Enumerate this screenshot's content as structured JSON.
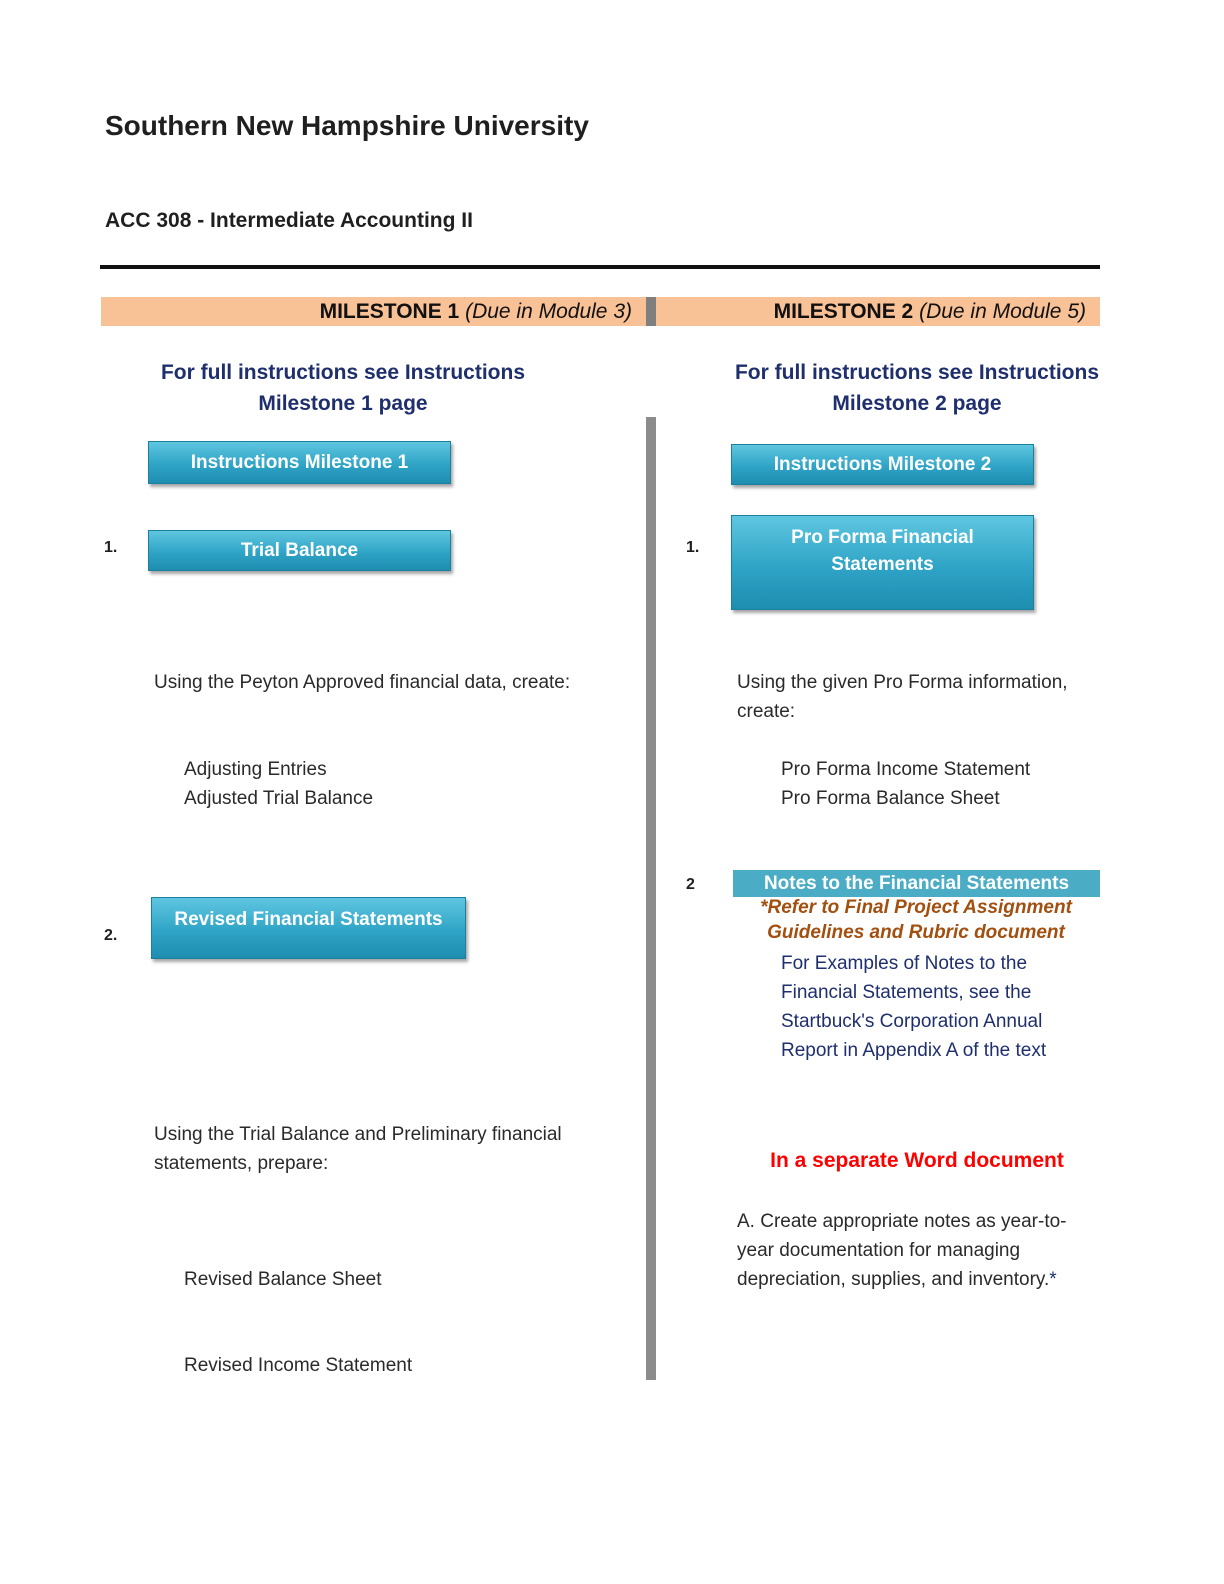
{
  "header": {
    "university": "Southern New Hampshire University",
    "course": "ACC 308 - Intermediate Accounting II"
  },
  "milestone1": {
    "title": "MILESTONE 1",
    "due": "(Due in Module 3)",
    "instructions_note": "For full instructions see Instructions Milestone 1 page",
    "instructions_button": "Instructions Milestone 1",
    "step1": {
      "number": "1.",
      "button": "Trial Balance",
      "description": "Using the Peyton Approved financial data, create:",
      "items": [
        "Adjusting Entries",
        "Adjusted Trial Balance"
      ]
    },
    "step2": {
      "number": "2.",
      "button": "Revised Financial Statements",
      "description": "Using the Trial Balance and Preliminary financial statements, prepare:",
      "items": [
        "Revised Balance Sheet",
        "Revised Income Statement"
      ]
    }
  },
  "milestone2": {
    "title": "MILESTONE 2",
    "due": "(Due in Module 5)",
    "instructions_note": "For full instructions see Instructions Milestone 2 page",
    "instructions_button": "Instructions Milestone 2",
    "step1": {
      "number": "1.",
      "button": "Pro Forma Financial Statements",
      "description": "Using the given Pro Forma information, create:",
      "items": [
        "Pro Forma Income Statement",
        "Pro Forma Balance Sheet"
      ]
    },
    "step2": {
      "number": "2",
      "header": "Notes to the Financial Statements",
      "refer": "*Refer to Final Project Assignment Guidelines and Rubric document",
      "examples": "For Examples of Notes to the Financial Statements, see the Startbuck's Corporation Annual Report in Appendix A of the text",
      "separate": "In a separate Word document",
      "task": "A. Create appropriate notes as year-to-year documentation for managing depreciation, supplies, and inventory.",
      "task_star": "*"
    }
  },
  "colors": {
    "milestone_header": "#f8c196",
    "button": "#2fa4c6",
    "notes_bar": "#4bacc6",
    "navy_text": "#1f2f6e",
    "refer_text": "#a24f10",
    "alert_text": "#ff0000",
    "divider": "#8c8c8c"
  }
}
